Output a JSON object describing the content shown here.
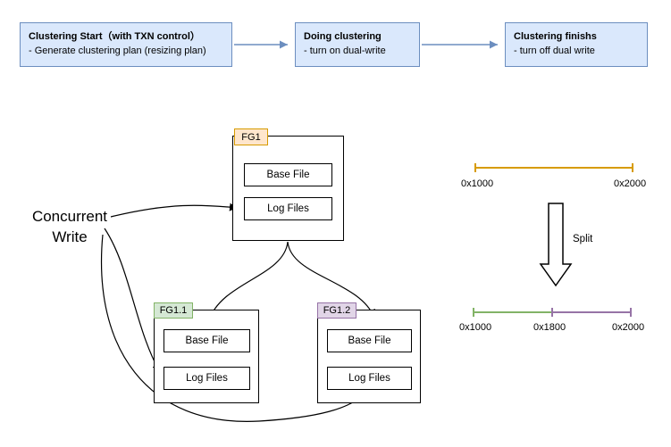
{
  "flow": {
    "steps": [
      {
        "title": "Clustering Start（with TXN control）",
        "subtitle": "- Generate clustering plan (resizing plan)"
      },
      {
        "title": "Doing clustering",
        "subtitle": "- turn on dual-write"
      },
      {
        "title": "Clustering finishs",
        "subtitle": "- turn off dual write"
      }
    ]
  },
  "concurrent_write": {
    "label": "Concurrent Write"
  },
  "filegroups": {
    "fg1": {
      "label": "FG1",
      "base_file": "Base File",
      "log_files": "Log Files"
    },
    "fg11": {
      "label": "FG1.1",
      "base_file": "Base File",
      "log_files": "Log Files"
    },
    "fg12": {
      "label": "FG1.2",
      "base_file": "Base File",
      "log_files": "Log Files"
    }
  },
  "ranges": {
    "before": {
      "start": "0x1000",
      "end": "0x2000"
    },
    "split_label": "Split",
    "after": {
      "start": "0x1000",
      "mid": "0x1800",
      "end": "0x2000"
    }
  },
  "colors": {
    "flow_fill": "#dae8fc",
    "flow_border": "#6c8ebf",
    "fg1_fill": "#ffe6cc",
    "fg1_border": "#d79b00",
    "fg11_fill": "#d5e8d4",
    "fg11_border": "#82b366",
    "fg12_fill": "#e1d5e7",
    "fg12_border": "#9673a6",
    "range_before_line": "#d79b00",
    "range_after_left_line": "#82b366",
    "range_after_right_line": "#9673a6",
    "arrow_color": "#000000"
  }
}
